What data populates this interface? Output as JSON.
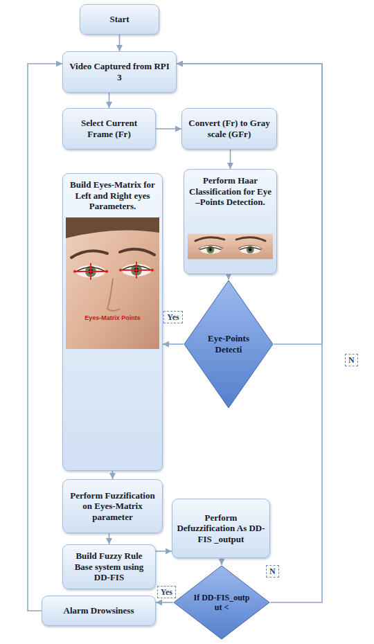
{
  "diagram": {
    "nodes": [
      {
        "text": [
          "Start"
        ]
      },
      {
        "text": [
          "Video Captured from RPI 3"
        ]
      },
      {
        "text": [
          "Select Current Frame (Fr)"
        ]
      },
      {
        "text": [
          "Convert (Fr) to Gray scale (GFr)"
        ]
      },
      {
        "text": [
          "Perform Haar Classification for Eye –Points Detection."
        ]
      },
      {
        "text": [
          "Eye-Points Detecti"
        ]
      },
      {
        "text": [
          "Build Eyes-Matrix for Left and Right eyes Parameters."
        ]
      },
      {
        "text": [
          "Perform Fuzzification on Eyes-Matrix parameter"
        ]
      },
      {
        "text": [
          "Build Fuzzy Rule Base system using DD-FIS"
        ]
      },
      {
        "text": [
          "Perform Defuzzification As DD-FIS _output"
        ]
      },
      {
        "text": [
          "If DD-FIS_outp ut <"
        ]
      },
      {
        "text": [
          "Alarm Drowsiness"
        ]
      }
    ],
    "edges": [
      {
        "from": 0,
        "to": 1,
        "arrow": "to"
      },
      {
        "from": 1,
        "to": 2,
        "arrow": "to"
      },
      {
        "from": 2,
        "to": 3,
        "arrow": "to"
      },
      {
        "from": 3,
        "to": 4,
        "arrow": "to"
      },
      {
        "from": 4,
        "to": 5,
        "arrow": "to"
      },
      {
        "from": 5,
        "to": 6,
        "label": "Yes",
        "arrow": "to"
      },
      {
        "from": 6,
        "to": 7,
        "arrow": "to"
      },
      {
        "from": 7,
        "to": 8,
        "arrow": "to"
      },
      {
        "from": 8,
        "to": 9,
        "arrow": "to"
      },
      {
        "from": 9,
        "to": 10,
        "arrow": "to"
      },
      {
        "from": 10,
        "to": 11,
        "label": "Yes",
        "arrow": "to"
      },
      {
        "from": 11,
        "to": 1,
        "arrow": "to"
      },
      {
        "from": 5,
        "to": 1,
        "label": "N",
        "arrow": "to"
      },
      {
        "from": 10,
        "to": 1,
        "label": "N",
        "arrow": "to"
      }
    ],
    "labels": [
      "Eyes-Matrix Points"
    ]
  }
}
